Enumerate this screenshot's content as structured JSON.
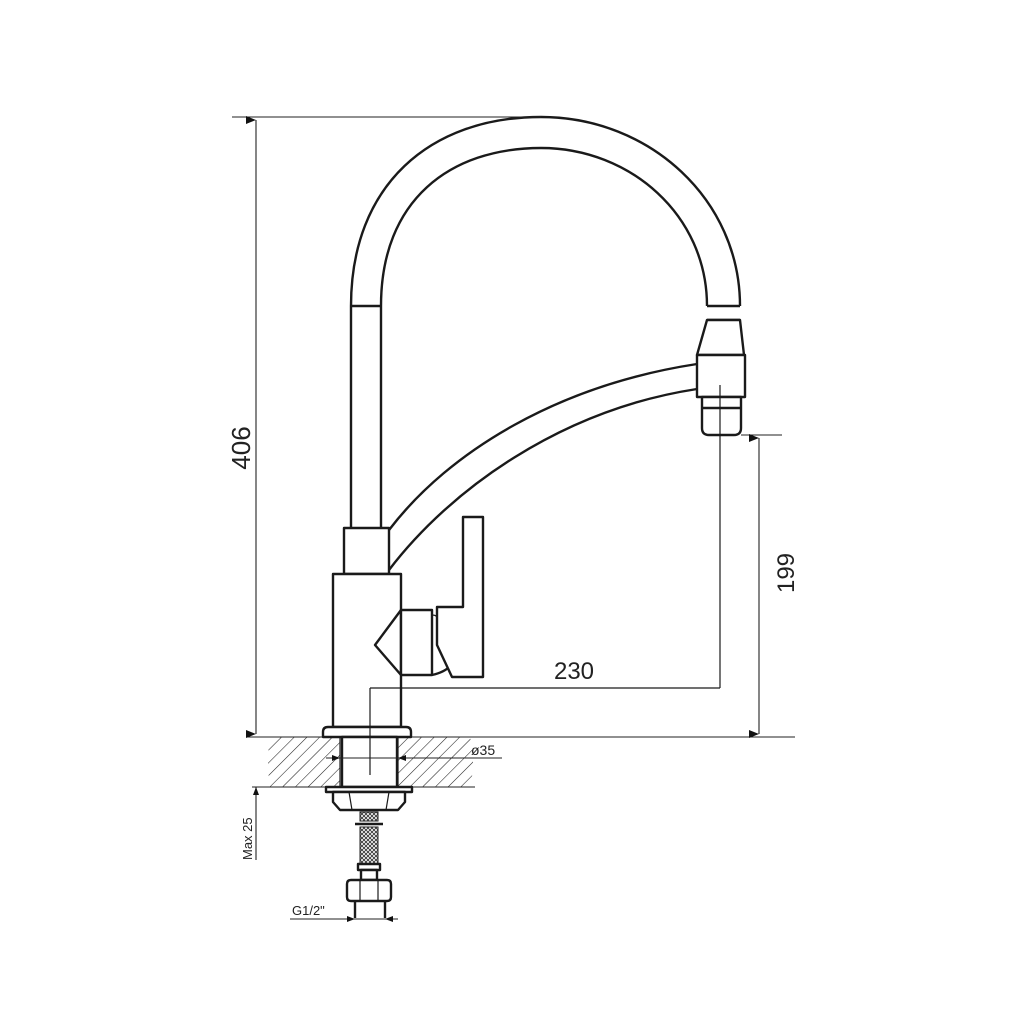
{
  "drawing": {
    "subject": "Kitchen faucet with flexible spout — side view dimension drawing",
    "dimensions": {
      "total_height": "406",
      "spout_clearance_height": "199",
      "spout_reach": "230",
      "mounting_hole_diameter": "ø35",
      "max_countertop_thickness": "Max 25",
      "connection_thread": "G1/2\""
    },
    "colors": {
      "line": "#1a1a1a",
      "background": "#ffffff"
    }
  }
}
